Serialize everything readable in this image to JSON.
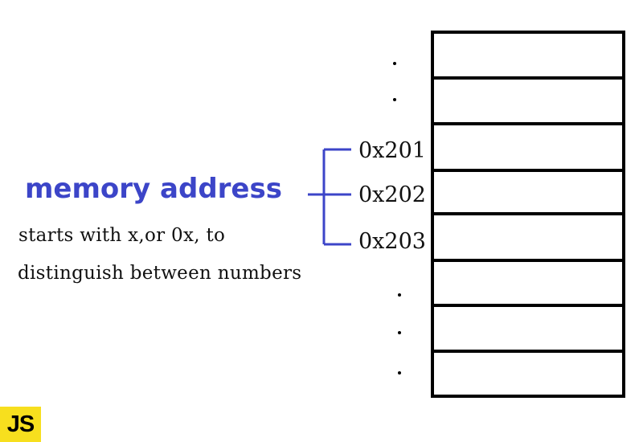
{
  "label": {
    "title": "memory address",
    "description_line_1": "starts with x,or 0x, to",
    "description_line_2": "distinguish between numbers"
  },
  "addresses": [
    "0x201",
    "0x202",
    "0x203"
  ],
  "memory": {
    "cell_count": 8,
    "ellipsis_above": ".",
    "ellipsis_below": "."
  },
  "badge": {
    "text": "JS",
    "color": "#f7df1e"
  },
  "colors": {
    "title": "#3c45c8",
    "bracket": "#3c45c8"
  }
}
